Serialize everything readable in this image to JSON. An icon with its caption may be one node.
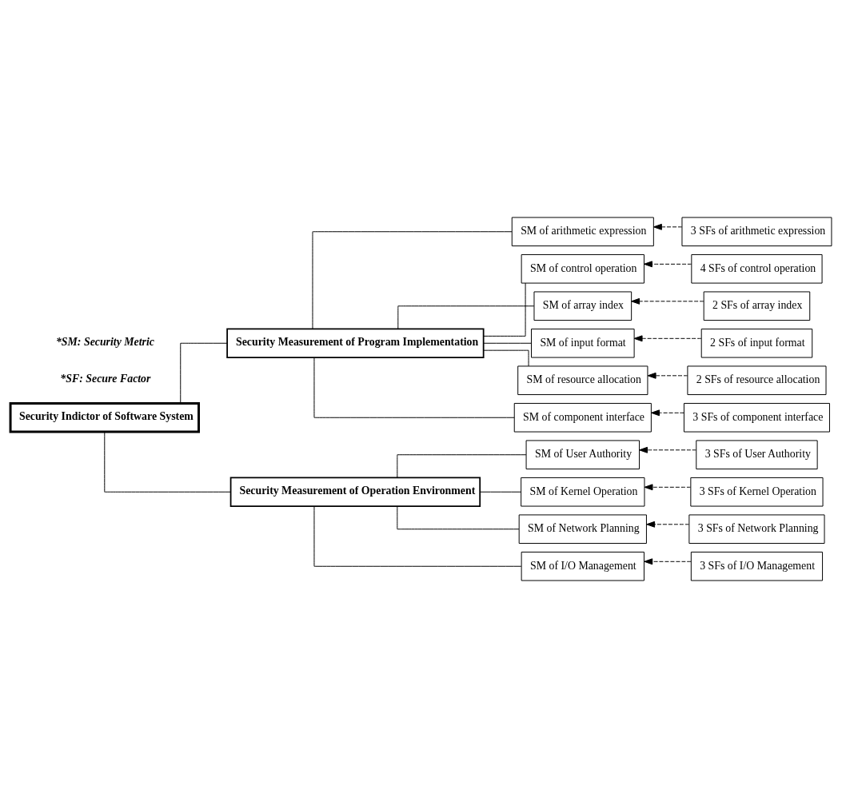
{
  "diagram": {
    "nodes": [
      {
        "text": [
          "Security Indictor of Software System"
        ]
      },
      {
        "text": [
          "Security Measurement of Program Implementation"
        ]
      },
      {
        "text": [
          "SM of arithmetic expression"
        ]
      },
      {
        "text": [
          "3 SFs of arithmetic expression"
        ]
      },
      {
        "text": [
          "SM of control operation"
        ]
      },
      {
        "text": [
          "4 SFs of control operation"
        ]
      },
      {
        "text": [
          "SM of array index"
        ]
      },
      {
        "text": [
          "2 SFs of array index"
        ]
      },
      {
        "text": [
          "SM of input format"
        ]
      },
      {
        "text": [
          "2 SFs of input format"
        ]
      },
      {
        "text": [
          "SM of resource allocation"
        ]
      },
      {
        "text": [
          "2 SFs of resource allocation"
        ]
      },
      {
        "text": [
          "SM of component interface"
        ]
      },
      {
        "text": [
          "3 SFs of component interface"
        ]
      },
      {
        "text": [
          "Security Measurement of Operation Environment"
        ]
      },
      {
        "text": [
          "SM of User Authority"
        ]
      },
      {
        "text": [
          "3 SFs of User Authority"
        ]
      },
      {
        "text": [
          "SM of Kernel Operation"
        ]
      },
      {
        "text": [
          "3 SFs of Kernel Operation"
        ]
      },
      {
        "text": [
          "SM of Network Planning"
        ]
      },
      {
        "text": [
          "3 SFs of Network Planning"
        ]
      },
      {
        "text": [
          "SM of I/O Management"
        ]
      },
      {
        "text": [
          "3 SFs of I/O Management"
        ]
      }
    ],
    "edges": [
      {
        "from": 0,
        "to": 1,
        "arrow": "none"
      },
      {
        "from": 1,
        "to": 2,
        "arrow": "none"
      },
      {
        "from": 3,
        "to": 2,
        "arrow": "to",
        "style": "dashed"
      },
      {
        "from": 1,
        "to": 4,
        "arrow": "none"
      },
      {
        "from": 5,
        "to": 4,
        "arrow": "to",
        "style": "dashed"
      },
      {
        "from": 1,
        "to": 6,
        "arrow": "none"
      },
      {
        "from": 7,
        "to": 6,
        "arrow": "to",
        "style": "dashed"
      },
      {
        "from": 1,
        "to": 8,
        "arrow": "none"
      },
      {
        "from": 9,
        "to": 8,
        "arrow": "to",
        "style": "dashed"
      },
      {
        "from": 1,
        "to": 10,
        "arrow": "none"
      },
      {
        "from": 11,
        "to": 10,
        "arrow": "to",
        "style": "dashed"
      },
      {
        "from": 1,
        "to": 12,
        "arrow": "none"
      },
      {
        "from": 13,
        "to": 12,
        "arrow": "to",
        "style": "dashed"
      },
      {
        "from": 0,
        "to": 14,
        "arrow": "none"
      },
      {
        "from": 14,
        "to": 15,
        "arrow": "none"
      },
      {
        "from": 16,
        "to": 15,
        "arrow": "to",
        "style": "dashed"
      },
      {
        "from": 14,
        "to": 17,
        "arrow": "none"
      },
      {
        "from": 18,
        "to": 17,
        "arrow": "to",
        "style": "dashed"
      },
      {
        "from": 14,
        "to": 19,
        "arrow": "none"
      },
      {
        "from": 20,
        "to": 19,
        "arrow": "to",
        "style": "dashed"
      },
      {
        "from": 14,
        "to": 21,
        "arrow": "none"
      },
      {
        "from": 22,
        "to": 21,
        "arrow": "to",
        "style": "dashed"
      }
    ],
    "labels": [
      "*SM: Security Metric",
      "*SF: Secure Factor"
    ]
  }
}
